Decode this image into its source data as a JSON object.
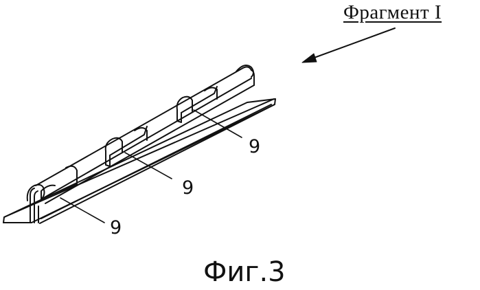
{
  "fragment_title": "Фрагмент I",
  "callouts": [
    {
      "label": "9"
    },
    {
      "label": "9"
    },
    {
      "label": "9"
    }
  ],
  "figure_caption": "Фиг.3"
}
